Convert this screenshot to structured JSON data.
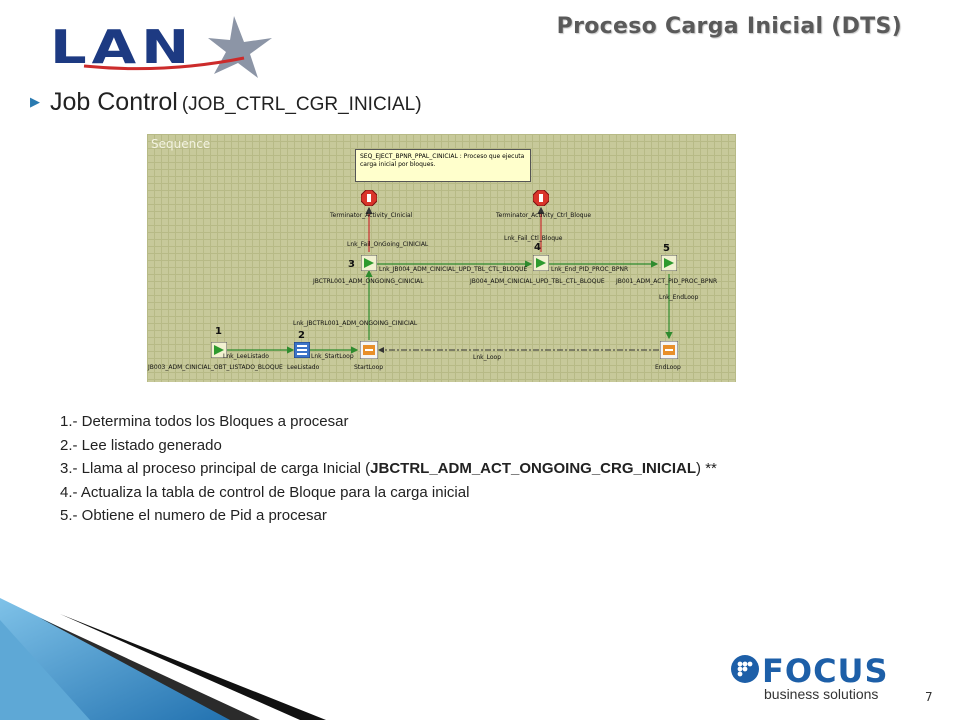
{
  "logo": {
    "brand_text": "LAN"
  },
  "title": "Proceso Carga Inicial (DTS)",
  "heading": {
    "main": "Job Control",
    "sub": "(JOB_CTRL_CGR_INICIAL)"
  },
  "diagram": {
    "sequence_label": "Sequence",
    "annotation": "SEQ_EJECT_BPNR_PPAL_CINICIAL : Proceso que ejecuta carga inicial por bloques.",
    "steps": [
      "1",
      "2",
      "3",
      "4",
      "5"
    ],
    "nodes": {
      "terminator1": "Terminator_Activity_CInicial",
      "terminator2": "Terminator_Activity_Ctrl_Bloque",
      "jb003": "JB003_ADM_CINICIAL_OBT_LISTADO_BLOQUE",
      "leelistado": "LeeListado",
      "startloop": "StartLoop",
      "jbctrl001": "JBCTRL001_ADM_ONGOING_CINICIAL",
      "jb004": "JB004_ADM_CINICIAL_UPD_TBL_CTL_BLOQUE",
      "jb001": "JB001_ADM_ACT_PID_PROC_BPNR",
      "endloop": "EndLoop"
    },
    "links": {
      "lnk_leelistado": "Lnk_LeeListado",
      "lnk_startloop": "Lnk_StartLoop",
      "lnk_jbctrl001": "Lnk_JBCTRL001_ADM_ONGOING_CINICIAL",
      "lnk_fail_ongoing": "Lnk_Fail_OnGoing_CINICIAL",
      "lnk_jb004": "Lnk_JB004_ADM_CINICIAL_UPD_TBL_CTL_BLOQUE",
      "lnk_fail_ctl": "Lnk_Fail_Ctl_Bloque",
      "lnk_end_pid": "Lnk_End_PID_PROC_BPNR",
      "lnk_endloop": "Lnk_EndLoop",
      "lnk_loop": "Lnk_Loop"
    }
  },
  "steps_text": {
    "l1": "1.-  Determina  todos los  Bloques a procesar",
    "l2": "2.-  Lee listado generado",
    "l3_pre": "3.-  Llama al proceso principal de carga Inicial (",
    "l3_bold": "JBCTRL_ADM_ACT_ONGOING_CRG_INICIAL",
    "l3_post": ")  **",
    "l4": "4.-  Actualiza la tabla de control de Bloque para la carga inicial",
    "l5": "5.- Obtiene el numero de Pid a procesar"
  },
  "footer": {
    "focus_word": "FOCUS",
    "focus_sub": "business solutions",
    "page_number": "7"
  },
  "colors": {
    "title": "#5a5a5a",
    "brand_blue": "#1d3a82",
    "focus_blue": "#1d5fa8",
    "diagram_bg": "#c7c99a",
    "link_green": "#2e8b2e",
    "terminator_red": "#d9342b",
    "wedge_black": "#111111",
    "wedge_blue": "#3a8fc8"
  }
}
